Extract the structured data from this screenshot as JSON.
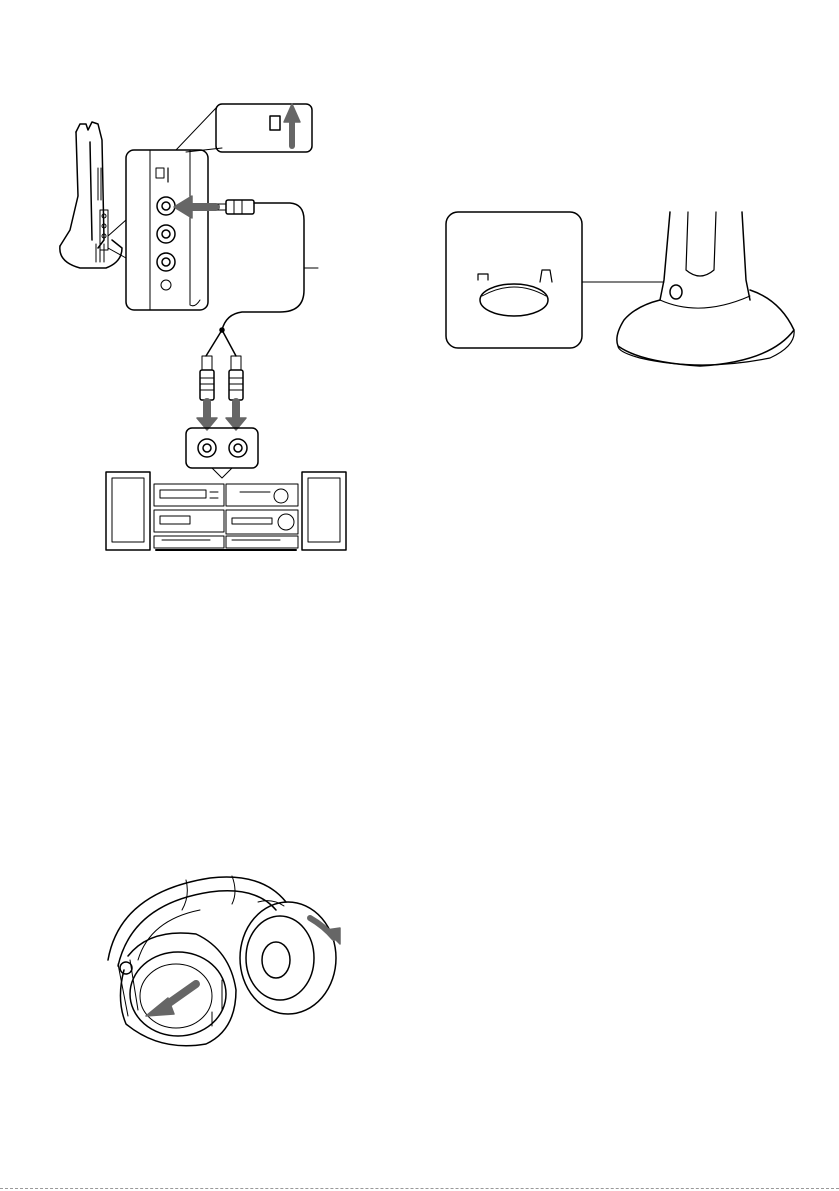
{
  "page": {
    "background": "#ffffff",
    "ink_color": "#000000",
    "arrow_color": "#666666"
  },
  "figures": [
    {
      "id": "transmitter-connection",
      "icon": "transmitter-to-stereo-diagram"
    },
    {
      "id": "power-switch-detail",
      "icon": "transmitter-base-switch-diagram"
    },
    {
      "id": "headphone-power-on",
      "icon": "headphones-rotate-earcup-diagram"
    }
  ]
}
